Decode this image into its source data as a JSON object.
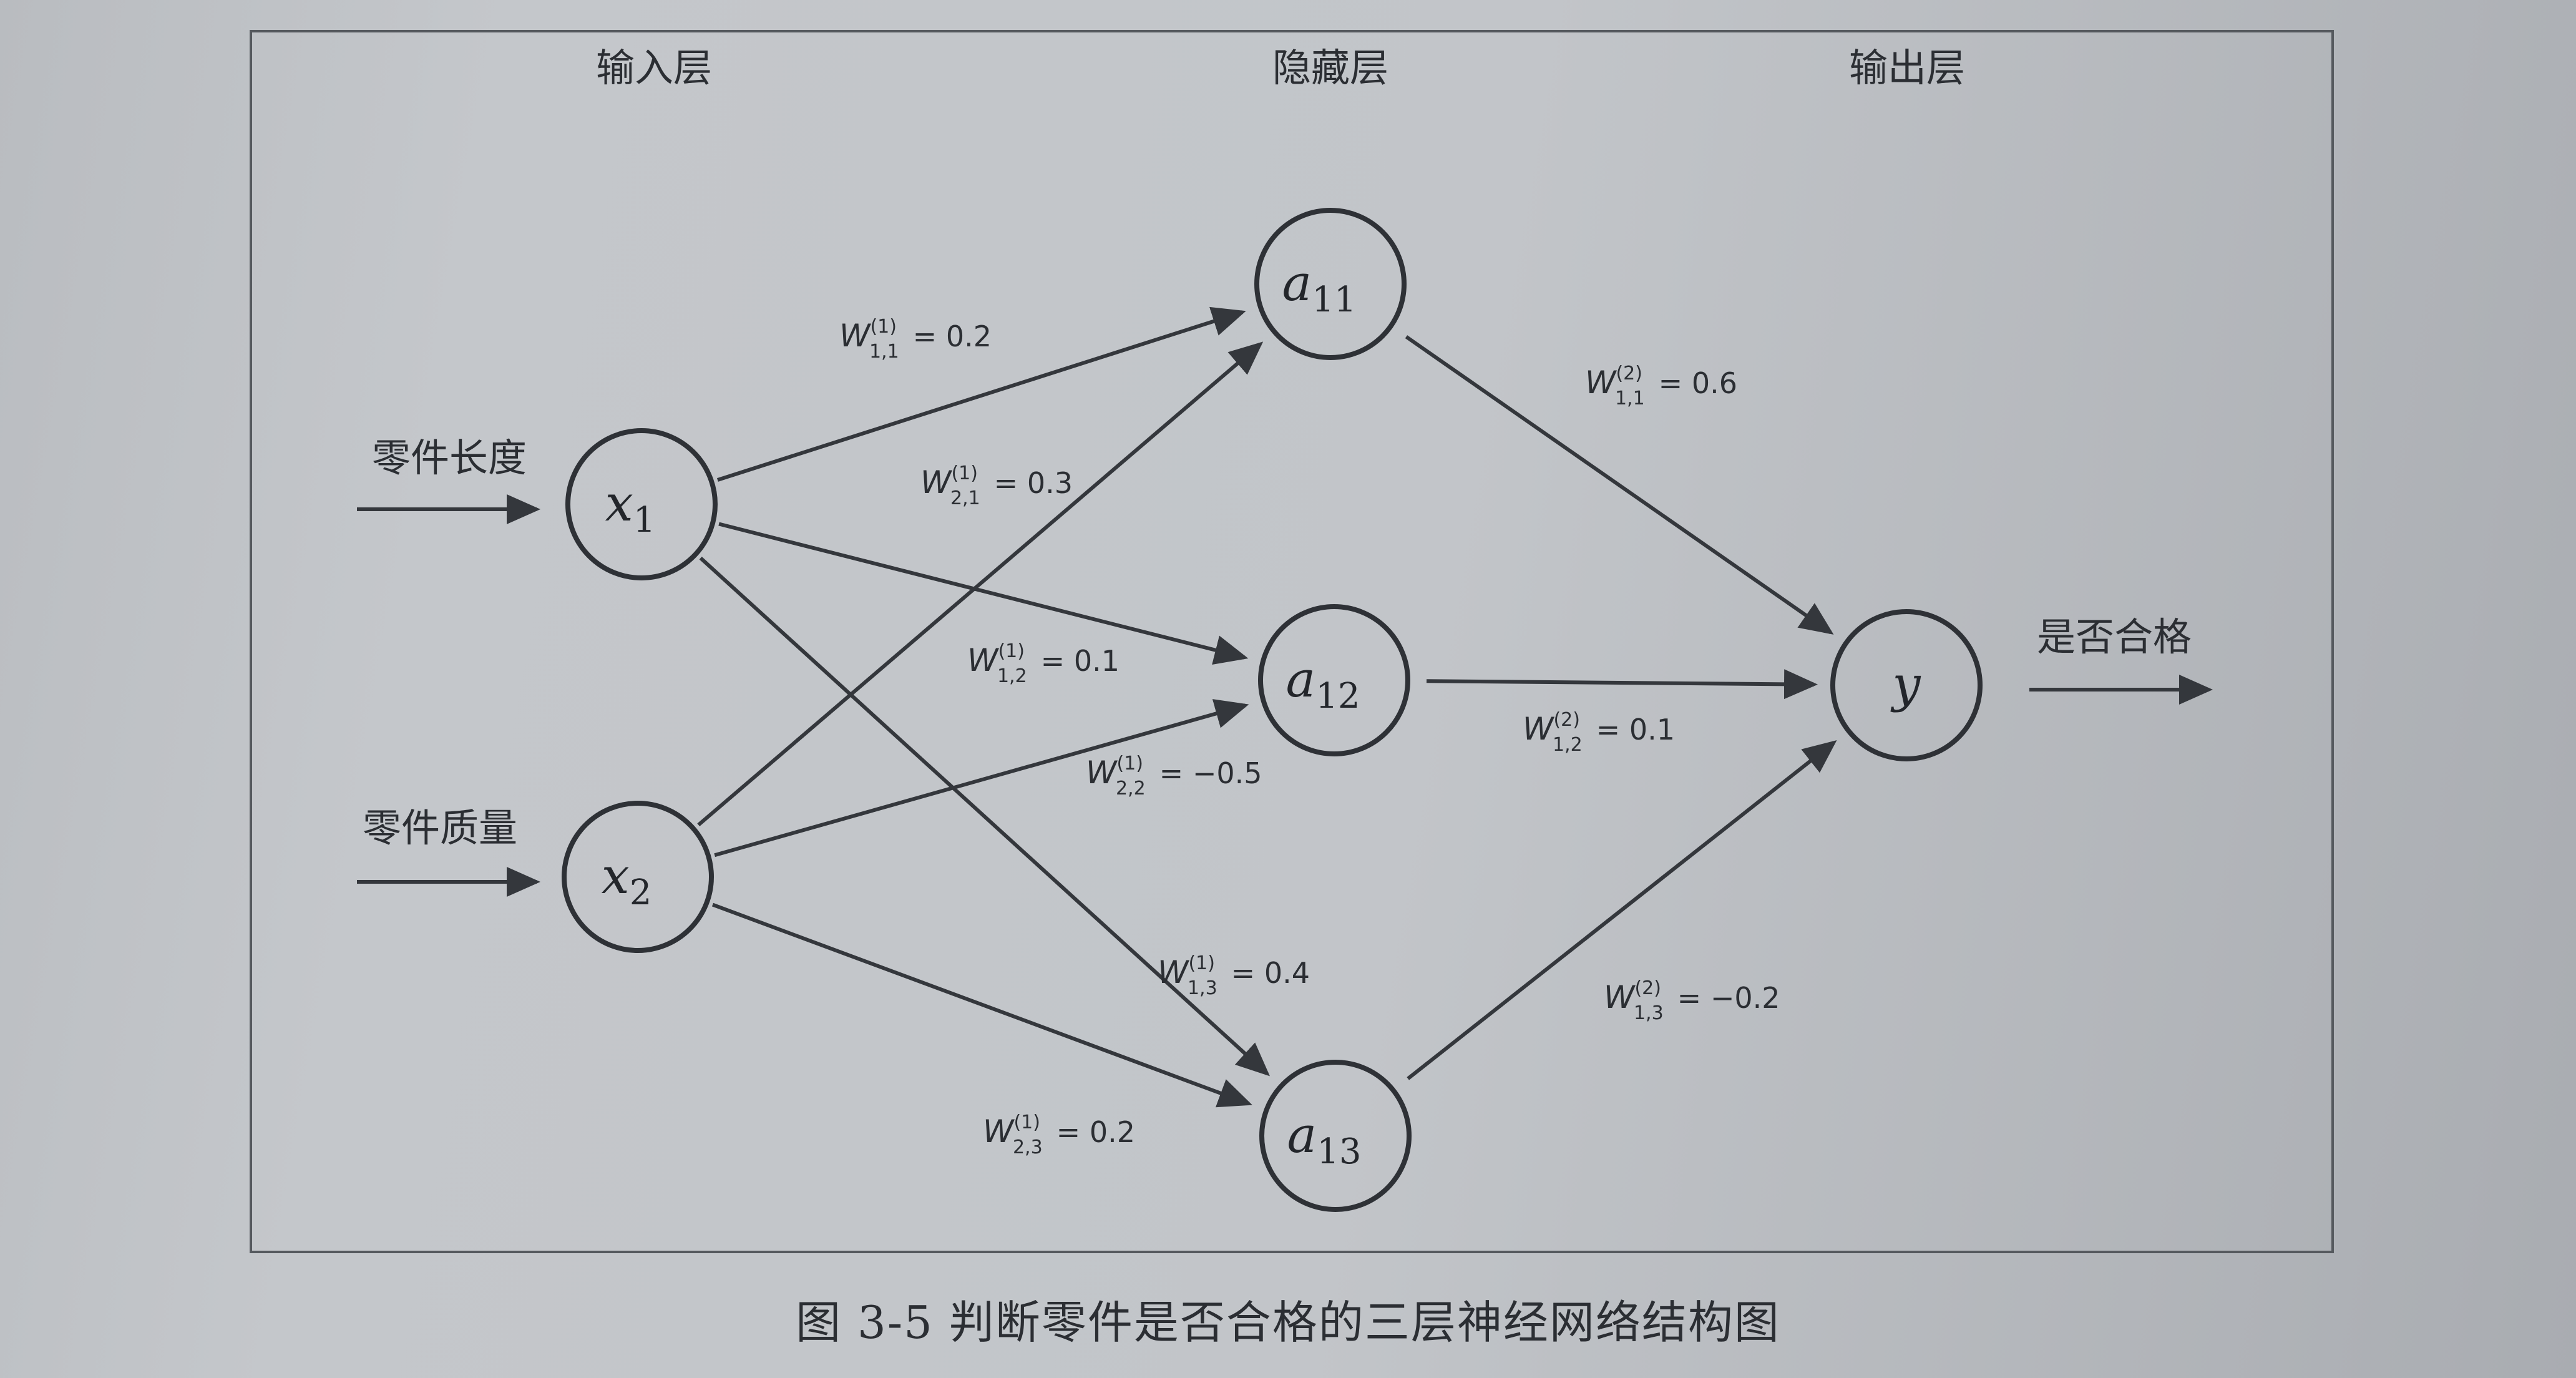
{
  "layers": {
    "input": "输入层",
    "hidden": "隐藏层",
    "output": "输出层"
  },
  "inputs": [
    {
      "feature": "零件长度",
      "symbol": "x",
      "index": "1"
    },
    {
      "feature": "零件质量",
      "symbol": "x",
      "index": "2"
    }
  ],
  "hidden": [
    {
      "symbol": "a",
      "index": "11"
    },
    {
      "symbol": "a",
      "index": "12"
    },
    {
      "symbol": "a",
      "index": "13"
    }
  ],
  "output": {
    "symbol": "y",
    "result_label": "是否合格"
  },
  "weights_layer1": [
    {
      "from": 1,
      "to": 1,
      "sup": "(1)",
      "sub": "1,1",
      "value": "= 0.2"
    },
    {
      "from": 2,
      "to": 1,
      "sup": "(1)",
      "sub": "2,1",
      "value": "= 0.3"
    },
    {
      "from": 1,
      "to": 2,
      "sup": "(1)",
      "sub": "1,2",
      "value": "= 0.1"
    },
    {
      "from": 2,
      "to": 2,
      "sup": "(1)",
      "sub": "2,2",
      "value": "= −0.5"
    },
    {
      "from": 1,
      "to": 3,
      "sup": "(1)",
      "sub": "1,3",
      "value": "= 0.4"
    },
    {
      "from": 2,
      "to": 3,
      "sup": "(1)",
      "sub": "2,3",
      "value": "= 0.2"
    }
  ],
  "weights_layer2": [
    {
      "from": 1,
      "sup": "(2)",
      "sub": "1,1",
      "value": "= 0.6"
    },
    {
      "from": 2,
      "sup": "(2)",
      "sub": "1,2",
      "value": "= 0.1"
    },
    {
      "from": 3,
      "sup": "(2)",
      "sub": "1,3",
      "value": "= −0.2"
    }
  ],
  "weight_symbol": "W",
  "caption": "图 3-5    判断零件是否合格的三层神经网络结构图"
}
